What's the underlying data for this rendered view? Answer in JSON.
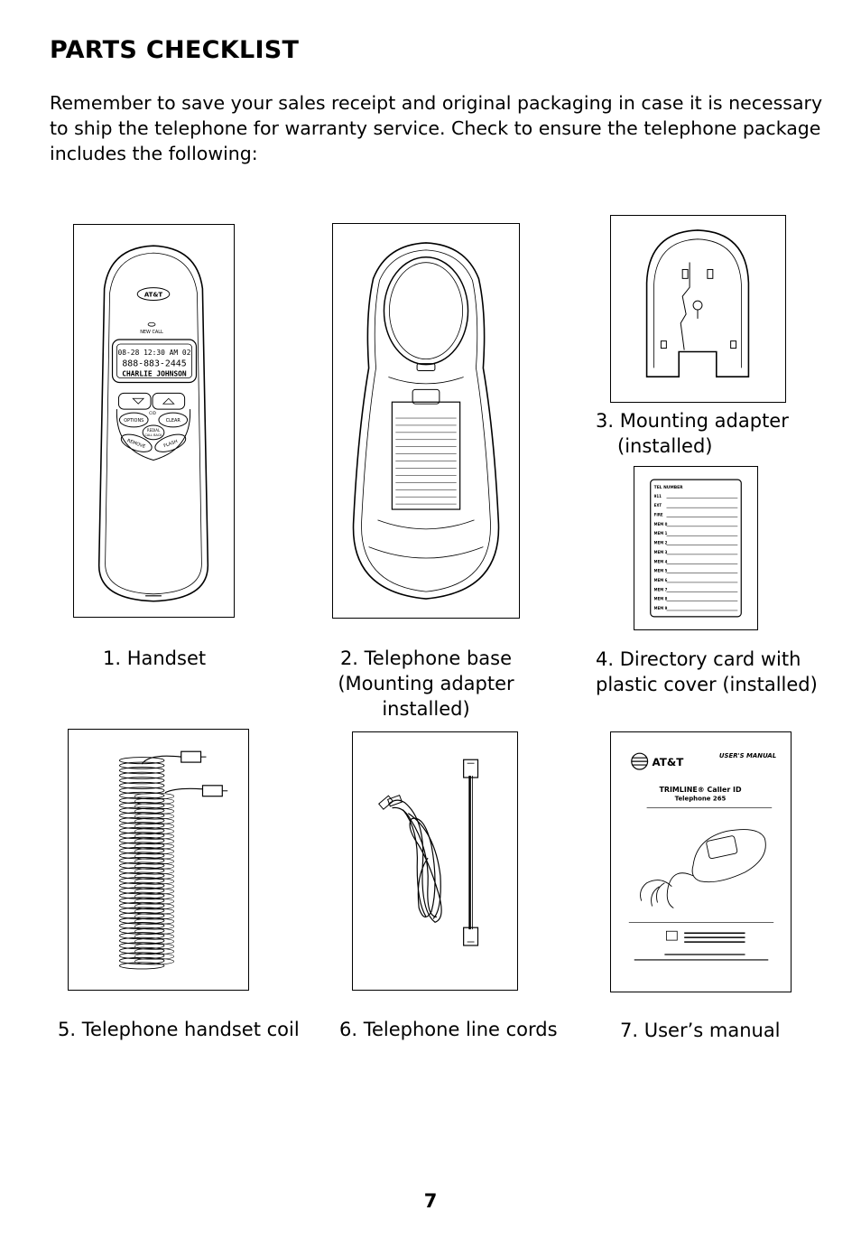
{
  "page": {
    "heading": "PARTS CHECKLIST",
    "intro": "Remember to save your sales receipt and original packaging in case it is necessary to ship the telephone for warranty service. Check to ensure the telephone package includes the following:",
    "page_number": "7"
  },
  "items": {
    "handset": {
      "caption": "1. Handset",
      "labels": {
        "brand": "AT&T",
        "new_call": "NEW CALL",
        "display_time": "08-28  12:30 AM 02",
        "display_number": "888-883-2445",
        "display_name": "CHARLIE JOHNSON",
        "options": "OPTIONS",
        "clear": "CLEAR",
        "cid": "CID",
        "remove": "REMOVE",
        "flash": "FLASH",
        "redial": "REDIAL",
        "call_back": "CALL BACK"
      }
    },
    "base": {
      "caption_line1": "2. Telephone base",
      "caption_line2": "(Mounting adapter installed)"
    },
    "adapter": {
      "caption_line1": "3. Mounting adapter",
      "caption_line2": "(installed)"
    },
    "directory": {
      "caption_line1": "4. Directory card with",
      "caption_line2": "plastic cover (installed)",
      "card_header": "TEL NUMBER",
      "card_rows": [
        "911",
        "EXT",
        "FIRE",
        "MEM 0",
        "MEM 1",
        "MEM 2",
        "MEM 3",
        "MEM 4",
        "MEM 5",
        "MEM 6",
        "MEM 7",
        "MEM 8",
        "MEM 9"
      ]
    },
    "coil": {
      "caption": "5. Telephone handset coil"
    },
    "cords": {
      "caption": "6. Telephone line cords"
    },
    "manual": {
      "caption": "7. User’s manual",
      "brand": "AT&T",
      "top_label": "USER'S MANUAL",
      "title_line1": "TRIMLINE® Caller ID",
      "title_line2": "Telephone 265"
    }
  }
}
